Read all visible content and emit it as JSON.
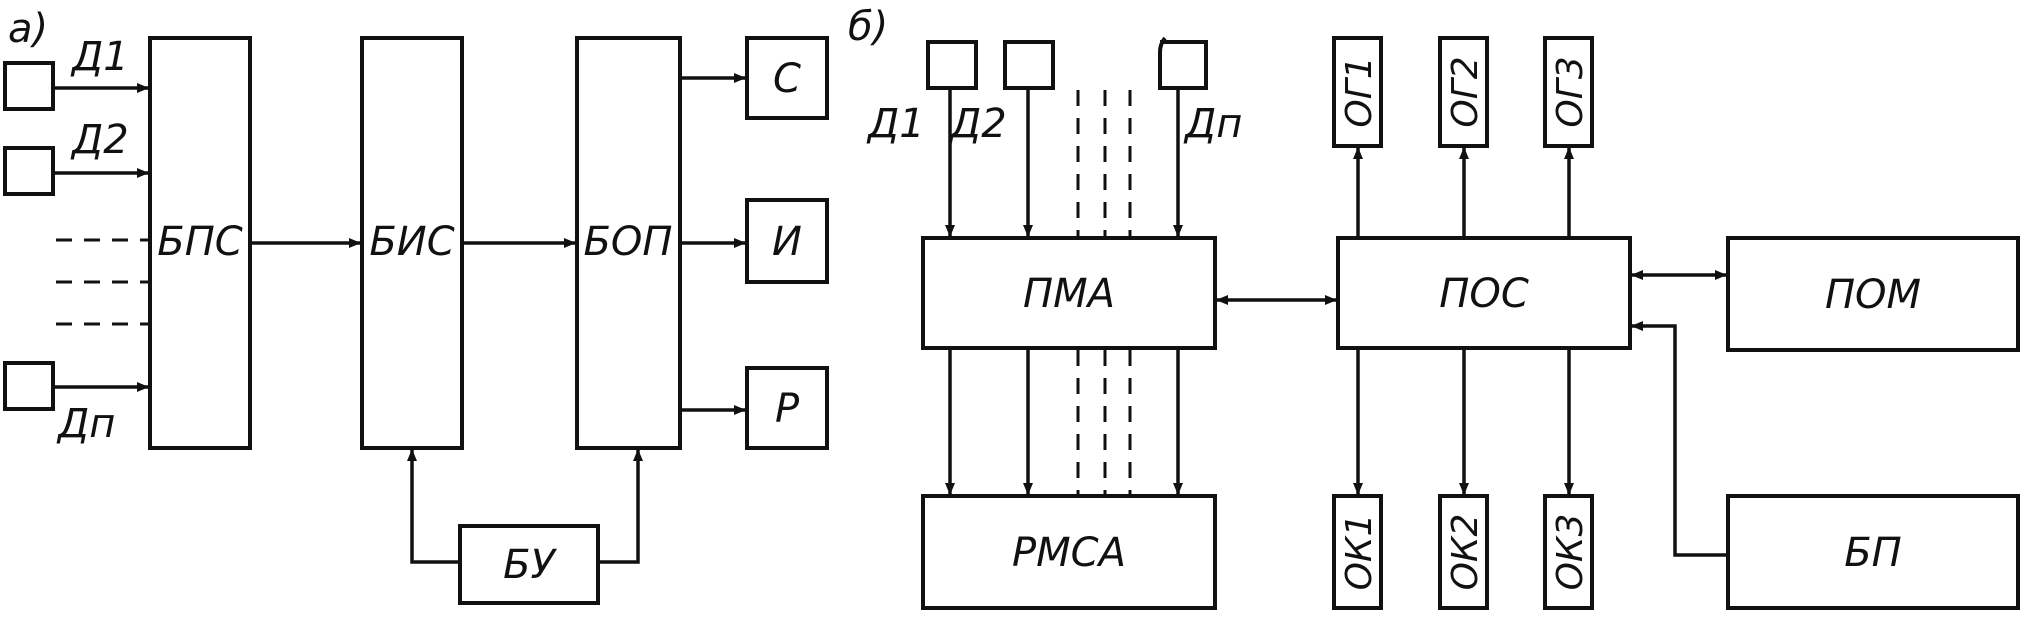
{
  "diagram_a": {
    "panel_label": "а)",
    "sensors": [
      "Д1",
      "Д2",
      "Дп"
    ],
    "blocks": {
      "bps": "БПС",
      "bis": "БИС",
      "bop": "БОП",
      "s": "С",
      "i": "И",
      "r": "Р",
      "bu": "БУ"
    }
  },
  "diagram_b": {
    "panel_label": "б)",
    "sensors": [
      "Д1",
      "Д2",
      "Дп"
    ],
    "blocks": {
      "pma": "ПМА",
      "rmsa": "РМСА",
      "pos": "ПОС",
      "pom": "ПОМ",
      "bp": "БП"
    },
    "og": [
      "ОГ1",
      "ОГ2",
      "ОГ3"
    ],
    "ok": [
      "ОК1",
      "ОК2",
      "ОК3"
    ]
  }
}
